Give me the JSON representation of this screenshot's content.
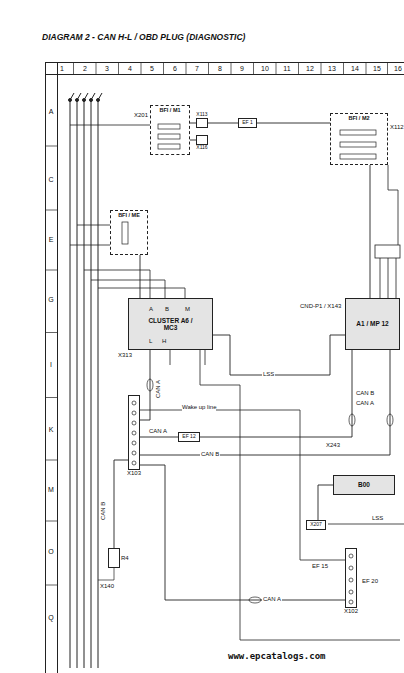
{
  "diagram": {
    "title": "DIAGRAM 2 - CAN H-L / OBD PLUG (DIAGNOSTIC)",
    "nodes": [
      {
        "text": [
          "BFI / M1"
        ]
      },
      {
        "text": [
          "BFI / M2"
        ]
      },
      {
        "text": [
          "BFI / ME"
        ]
      },
      {
        "text": [
          "CLUSTER A6 / MC3"
        ]
      },
      {
        "text": [
          "A1 / MP 12"
        ]
      },
      {
        "text": [
          "X113"
        ]
      },
      {
        "text": [
          "X116"
        ]
      },
      {
        "text": [
          "EF 1"
        ]
      },
      {
        "text": [
          "X103"
        ]
      },
      {
        "text": [
          "B00"
        ]
      },
      {
        "text": [
          "R4"
        ]
      },
      {
        "text": [
          "X102"
        ]
      },
      {
        "text": [
          "EF 12"
        ]
      },
      {
        "text": [
          "X207"
        ]
      }
    ],
    "edges": [
      {
        "from": 0,
        "to": 5,
        "arrow": "none"
      },
      {
        "from": 0,
        "to": 6,
        "arrow": "none"
      },
      {
        "from": 5,
        "to": 7,
        "arrow": "none"
      },
      {
        "from": 7,
        "to": 1,
        "arrow": "none"
      },
      {
        "from": 2,
        "to": 3,
        "arrow": "none"
      },
      {
        "from": 1,
        "to": 4,
        "arrow": "none"
      },
      {
        "from": 3,
        "to": 8,
        "arrow": "none"
      },
      {
        "from": 8,
        "to": 12,
        "label": "CAN A",
        "arrow": "none"
      },
      {
        "from": 12,
        "to": 4,
        "arrow": "none"
      },
      {
        "from": 8,
        "to": 4,
        "label": "CAN B",
        "arrow": "none"
      },
      {
        "from": 3,
        "to": 4,
        "label": "LSS",
        "arrow": "none"
      },
      {
        "from": 8,
        "to": 11,
        "label": "CAN A",
        "arrow": "none"
      },
      {
        "from": 10,
        "to": 8,
        "arrow": "none"
      },
      {
        "from": 9,
        "to": 13,
        "arrow": "none"
      }
    ],
    "labels": [
      "1",
      "2",
      "3",
      "4",
      "5",
      "6",
      "7",
      "8",
      "9",
      "10",
      "11",
      "12",
      "13",
      "14",
      "15",
      "16",
      "A",
      "C",
      "E",
      "G",
      "I",
      "K",
      "M",
      "O",
      "Q",
      "X201",
      "X112",
      "CND-P1 / X143",
      "L",
      "H",
      "A",
      "B",
      "M",
      "X313",
      "Wake up line",
      "CAN B",
      "LSS",
      "X243",
      "X140",
      "www.epcatalogs.com",
      "CAN A",
      "CAN B",
      "CAN A",
      "EF 15",
      "EF 20"
    ]
  }
}
